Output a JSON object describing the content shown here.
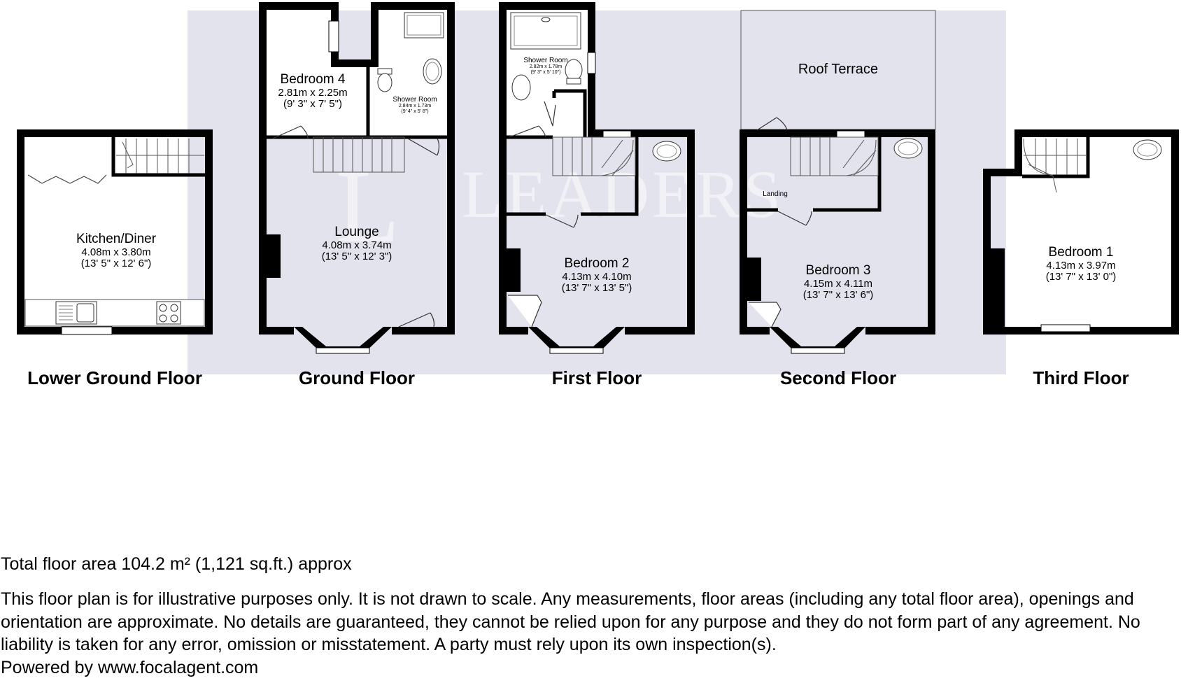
{
  "watermark": "LEADERS",
  "floors": [
    {
      "title": "Lower Ground Floor"
    },
    {
      "title": "Ground Floor"
    },
    {
      "title": "First Floor"
    },
    {
      "title": "Second Floor"
    },
    {
      "title": "Third Floor"
    }
  ],
  "rooms": {
    "kitchen": {
      "name": "Kitchen/Diner",
      "metric": "4.08m x 3.80m",
      "imperial": "(13' 5\" x 12' 6\")"
    },
    "bedroom4": {
      "name": "Bedroom 4",
      "metric": "2.81m x 2.25m",
      "imperial": "(9' 3\" x 7' 5\")"
    },
    "shower_ground": {
      "name": "Shower Room",
      "metric": "2.84m x 1.73m",
      "imperial": "(9' 4\" x 5' 8\")"
    },
    "lounge": {
      "name": "Lounge",
      "metric": "4.08m x 3.74m",
      "imperial": "(13' 5\" x 12' 3\")"
    },
    "shower_first": {
      "name": "Shower Room",
      "metric": "2.82m x 1.78m",
      "imperial": "(9' 3\" x 5' 10\")"
    },
    "bedroom2": {
      "name": "Bedroom 2",
      "metric": "4.13m x 4.10m",
      "imperial": "(13' 7\" x 13' 5\")"
    },
    "roof_terrace": {
      "name": "Roof Terrace"
    },
    "landing": {
      "name": "Landing"
    },
    "bedroom3": {
      "name": "Bedroom 3",
      "metric": "4.15m x 4.11m",
      "imperial": "(13' 7\" x 13' 6\")"
    },
    "bedroom1": {
      "name": "Bedroom 1",
      "metric": "4.13m x 3.97m",
      "imperial": "(13' 7\" x 13' 0\")"
    }
  },
  "total_area": "Total floor area 104.2 m² (1,121 sq.ft.) approx",
  "disclaimer": "This floor plan is for illustrative purposes only. It is not drawn to scale. Any measurements, floor areas (including any total floor area), openings and orientation are approximate. No details are guaranteed, they cannot be relied upon for any purpose and they do not form part of any agreement. No liability is taken for any error, omission or misstatement. A party must rely upon its own inspection(s).",
  "powered_by": "Powered by www.focalagent.com",
  "colors": {
    "wall": "#000000",
    "backdrop": "#e3e3ed",
    "fixture_stroke": "#444444"
  }
}
